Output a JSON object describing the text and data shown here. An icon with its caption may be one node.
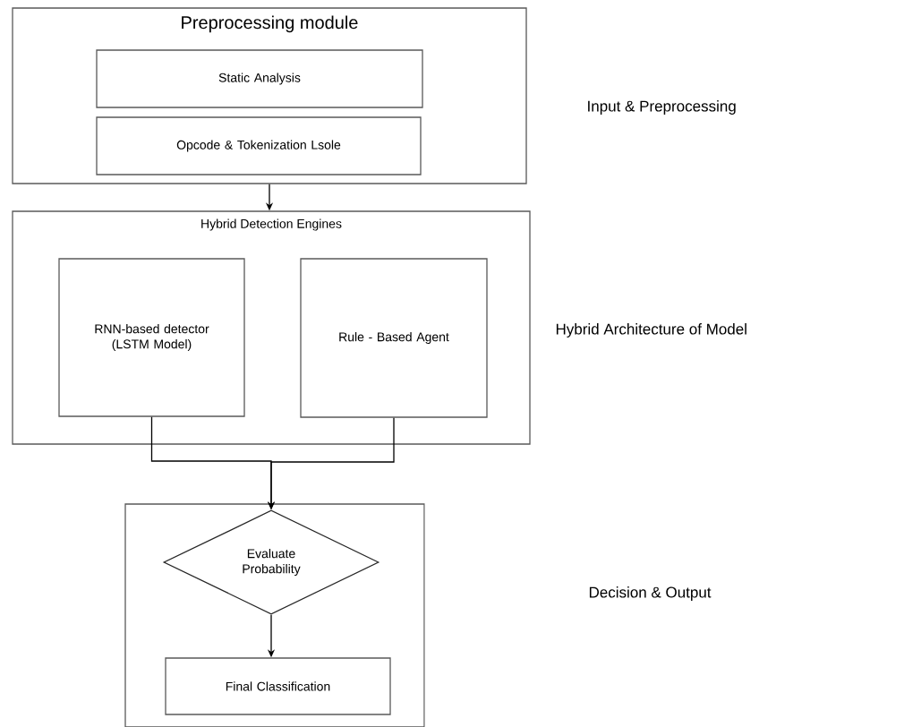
{
  "diagram": {
    "nodes": [
      {
        "text": [
          "Preprocessing module"
        ]
      },
      {
        "text": [
          "Static Analysis"
        ],
        "in": 0
      },
      {
        "text": [
          "Opcode & Tokenization Lsole"
        ],
        "in": 0
      },
      {
        "text": [
          "Hybrid Detection Engines"
        ]
      },
      {
        "text": [
          "RNN-based detector (LSTM Model)"
        ],
        "in": 3
      },
      {
        "text": [
          "Rule - Based Agent"
        ],
        "in": 3
      },
      {
        "text": [],
        "shape": "box"
      },
      {
        "text": [
          "Evaluate Probability"
        ],
        "in": 6
      },
      {
        "text": [
          "Final Classification"
        ],
        "in": 6
      }
    ],
    "edges": [
      {
        "from": 0,
        "to": 3,
        "arrow": "to"
      },
      {
        "from": 4,
        "to": 7,
        "arrow": "to"
      },
      {
        "from": 5,
        "to": 7,
        "arrow": "to"
      },
      {
        "from": 7,
        "to": 8,
        "arrow": "to"
      }
    ],
    "labels": [
      "Input & Preprocessing",
      "Hybrid Architecture of Model",
      "Decision & Output"
    ]
  }
}
